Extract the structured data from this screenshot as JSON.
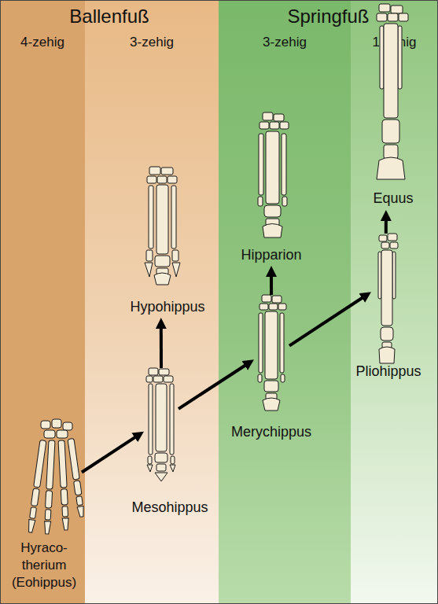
{
  "diagram": {
    "nodes": [
      {
        "text": [
          "Ballenfuß"
        ]
      },
      {
        "text": [
          "Springfuß"
        ]
      },
      {
        "text": [
          "4-zehig"
        ],
        "in": 0
      },
      {
        "text": [
          "3-zehig"
        ],
        "in": 0
      },
      {
        "text": [
          "3-zehig"
        ],
        "in": 1
      },
      {
        "text": [
          "1-zehig"
        ],
        "in": 1
      },
      {
        "text": [
          "Hyraco- therium (Eohippus)"
        ],
        "in": 2
      },
      {
        "text": [
          "Mesohippus"
        ],
        "in": 3
      },
      {
        "text": [
          "Hypohippus"
        ],
        "in": 3
      },
      {
        "text": [
          "Merychippus"
        ],
        "in": 4
      },
      {
        "text": [
          "Hipparion"
        ],
        "in": 4
      },
      {
        "text": [
          "Pliohippus"
        ],
        "in": 5
      },
      {
        "text": [
          "Equus"
        ],
        "in": 5
      }
    ],
    "edges": [
      {
        "from": 6,
        "to": 7,
        "arrow": "to"
      },
      {
        "from": 7,
        "to": 8,
        "arrow": "to"
      },
      {
        "from": 7,
        "to": 9,
        "arrow": "to"
      },
      {
        "from": 9,
        "to": 10,
        "arrow": "to"
      },
      {
        "from": 9,
        "to": 11,
        "arrow": "to"
      },
      {
        "from": 11,
        "to": 12,
        "arrow": "to"
      }
    ]
  }
}
